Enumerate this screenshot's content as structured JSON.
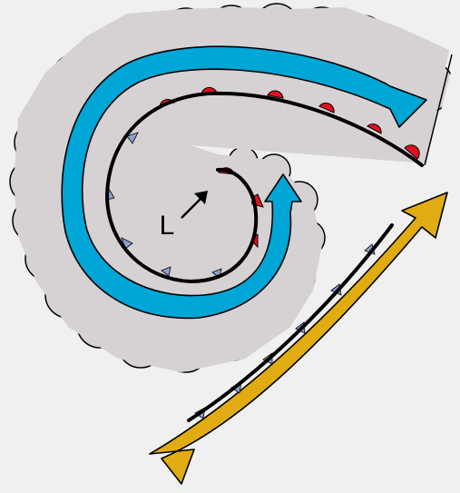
{
  "diagram": {
    "low_label": "L",
    "colors": {
      "background": "#f0f0f0",
      "cloud_fill": "#d6d1d3",
      "outline": "#000000",
      "warm_conveyor": "#00a6d6",
      "dry_intrusion": "#e0ac12",
      "warm_front_symbol": "#e01020",
      "cold_front_symbol": "#8aa2cc"
    },
    "elements": [
      "comma-cloud",
      "warm-conveyor-belt-arrow",
      "dry-intrusion-arrow",
      "occluded-front",
      "cold-front",
      "low-pressure-centre",
      "motion-arrow"
    ]
  }
}
